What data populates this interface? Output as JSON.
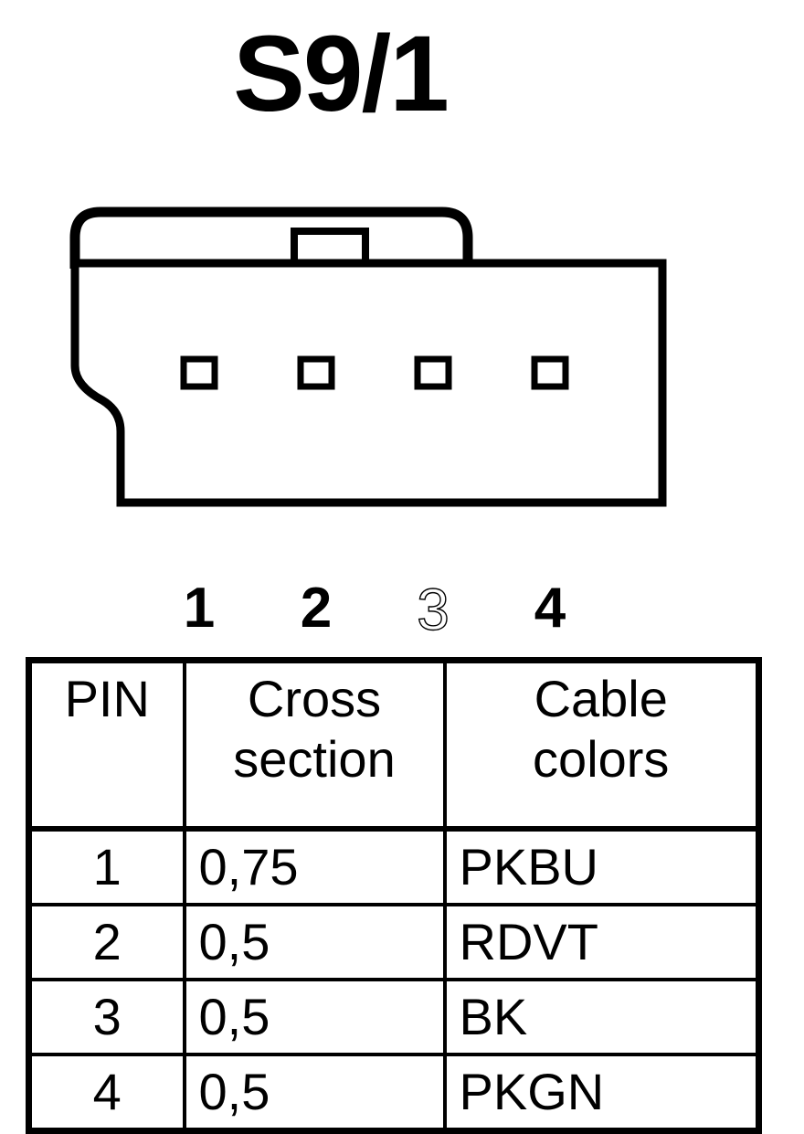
{
  "title": "S9/1",
  "connector": {
    "name": "connector-housing-4-pin",
    "pin_labels": [
      {
        "label": "1",
        "style": "solid"
      },
      {
        "label": "2",
        "style": "solid"
      },
      {
        "label": "3",
        "style": "outline"
      },
      {
        "label": "4",
        "style": "solid"
      }
    ],
    "cavity_count": 4,
    "outline_color": "#000000",
    "fill_color": "#ffffff"
  },
  "table": {
    "headers": {
      "pin": "PIN",
      "cross_section_line1": "Cross",
      "cross_section_line2": "section",
      "cable_colors_line1": "Cable",
      "cable_colors_line2": "colors"
    },
    "rows": [
      {
        "pin": "1",
        "cross_section": "0,75",
        "cable_colors": "PKBU"
      },
      {
        "pin": "2",
        "cross_section": "0,5",
        "cable_colors": "RDVT"
      },
      {
        "pin": "3",
        "cross_section": "0,5",
        "cable_colors": "BK"
      },
      {
        "pin": "4",
        "cross_section": "0,5",
        "cable_colors": "PKGN"
      }
    ]
  }
}
